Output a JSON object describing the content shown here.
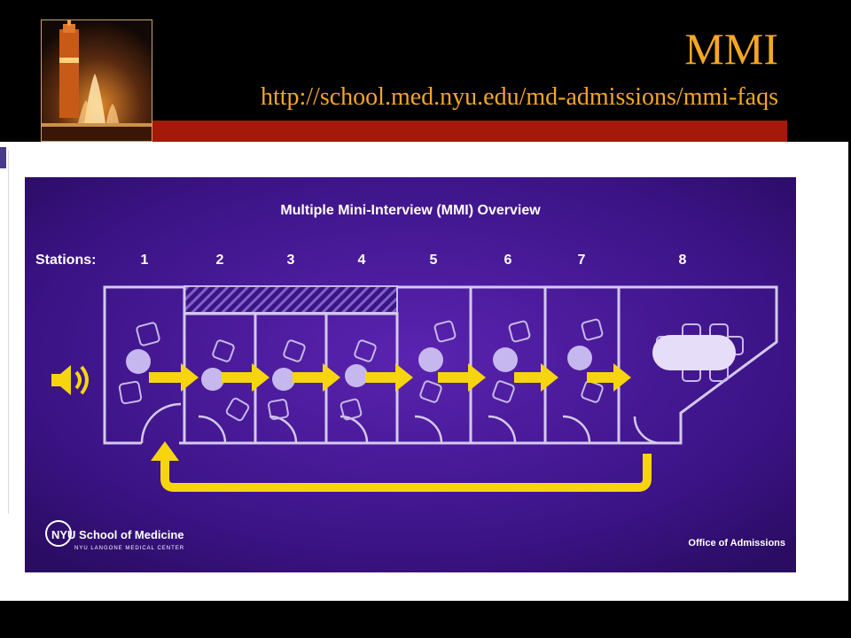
{
  "header": {
    "title": "MMI",
    "url": "http://school.med.nyu.edu/md-admissions/mmi-faqs"
  },
  "colors": {
    "title_gold": "#f5a623",
    "red_bar": "#a31a0a",
    "diagram_purple": "#3b1385",
    "arrow_yellow": "#f6d50f",
    "outline": "#c7b9e8"
  },
  "diagram": {
    "title": "Multiple Mini-Interview (MMI) Overview",
    "stations_label": "Stations:",
    "stations": [
      "1",
      "2",
      "3",
      "4",
      "5",
      "6",
      "7",
      "8"
    ],
    "footer_left_title": "NYU School of Medicine",
    "footer_left_subtitle": "NYU LANGONE MEDICAL CENTER",
    "footer_right": "Office of Admissions",
    "icons": [
      "speaker-icon",
      "chair-icon",
      "person-icon",
      "arrow-icon",
      "table-icon",
      "return-arrow-icon"
    ]
  }
}
